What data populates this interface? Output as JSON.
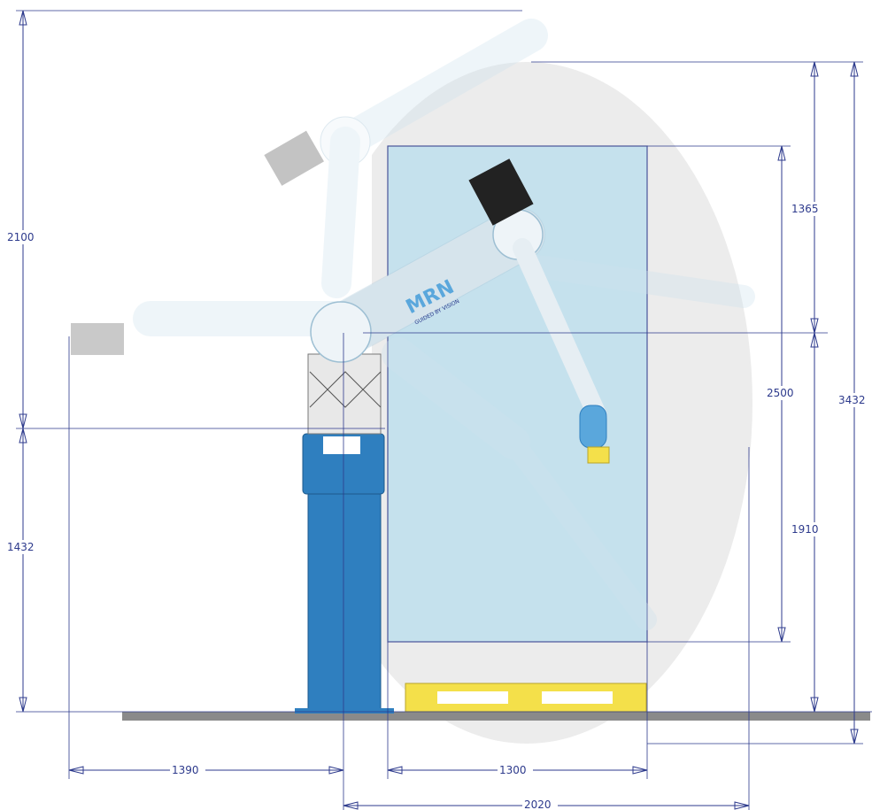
{
  "dimensions": {
    "d2100": "2100",
    "d1432": "1432",
    "d1365": "1365",
    "d2500": "2500",
    "d3432": "3432",
    "d1910": "1910",
    "d1390": "1390",
    "d1300": "1300",
    "d2020": "2020"
  },
  "logo": {
    "brand": "MRN",
    "tagline": "GUIDED BY VISION"
  },
  "colors": {
    "dimension": "#2d3a8c",
    "work_area": "#bfe0ee",
    "envelope": "#dcdcdc",
    "pedestal": "#2f7fbf",
    "arm": "#eef4f8",
    "pallet": "#f4e04a",
    "floor": "#8a8a8a",
    "gripper": "#222222",
    "ring": "#5aa7dc"
  }
}
